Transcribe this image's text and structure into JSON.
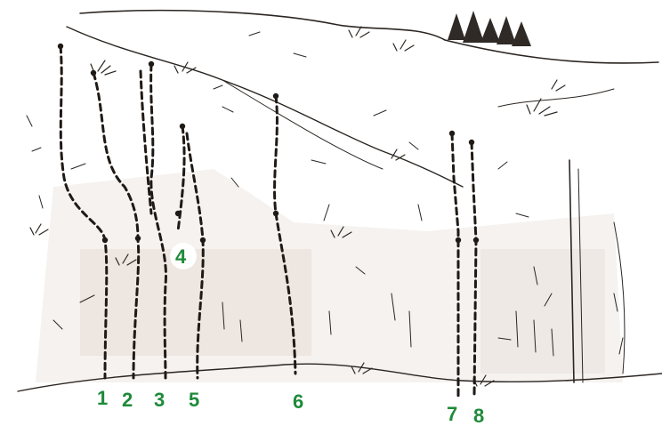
{
  "routes": [
    {
      "number": "1"
    },
    {
      "number": "2"
    },
    {
      "number": "3"
    },
    {
      "number": "4"
    },
    {
      "number": "5"
    },
    {
      "number": "6"
    },
    {
      "number": "7"
    },
    {
      "number": "8"
    }
  ],
  "colors": {
    "route_label": "#1e8a3a",
    "ink": "#2b2622",
    "rock_shading": "#e9e2dc",
    "tree": "#2f2a26"
  }
}
